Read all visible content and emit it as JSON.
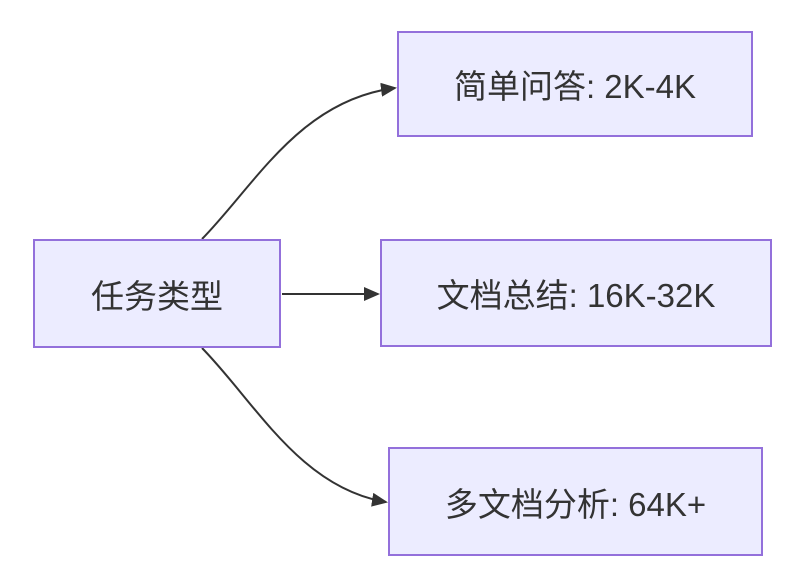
{
  "diagram": {
    "type": "flowchart-LR",
    "root": {
      "label": "任务类型"
    },
    "branches": [
      {
        "label": "简单问答: 2K-4K"
      },
      {
        "label": "文档总结: 16K-32K"
      },
      {
        "label": "多文档分析: 64K+"
      }
    ],
    "edges": [
      {
        "from": "任务类型",
        "to": "简单问答: 2K-4K"
      },
      {
        "from": "任务类型",
        "to": "文档总结: 16K-32K"
      },
      {
        "from": "任务类型",
        "to": "多文档分析: 64K+"
      }
    ],
    "colors": {
      "node_fill": "#ECECFF",
      "node_border": "#9370DB",
      "arrow": "#333333",
      "text": "#333333",
      "background": "#FFFFFF"
    }
  }
}
